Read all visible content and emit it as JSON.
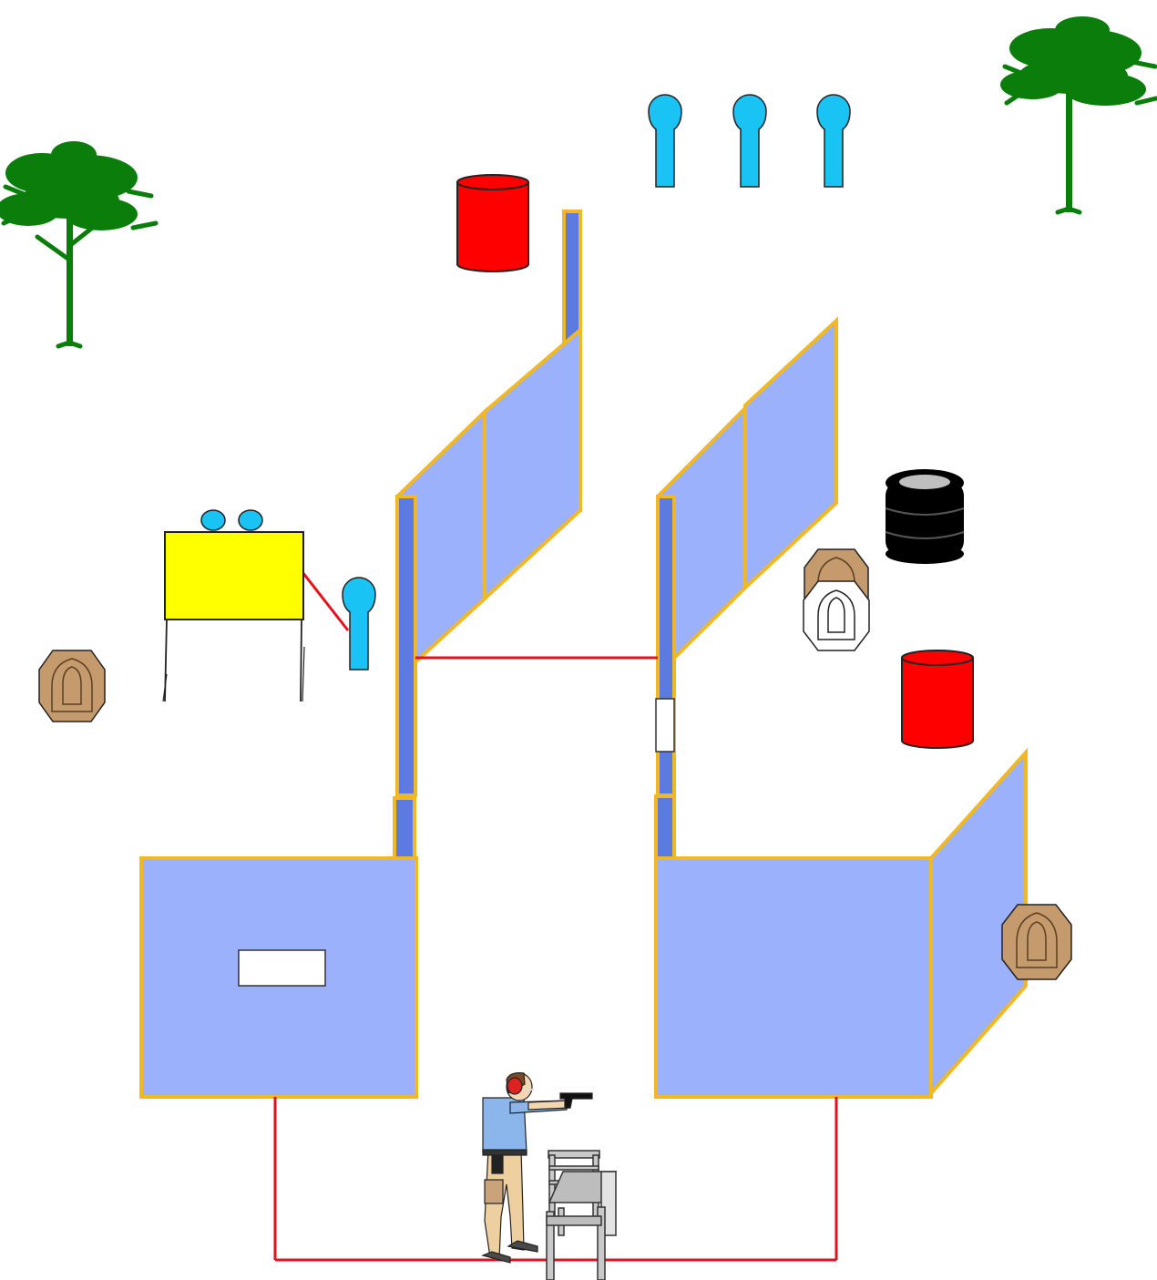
{
  "colors": {
    "background": "#ffffff",
    "wall_fill": "#9bb1fb",
    "wall_edge_fill": "#5c7be0",
    "wall_border": "#f2b822",
    "fault_line": "#e3121b",
    "barrel_red": "#ff0000",
    "barrel_black": "#000000",
    "popper": "#19c3f3",
    "tree": "#0a7d0a",
    "target_tan": "#c59a6c",
    "no_shoot": "#ffffff",
    "table": "#ffff00",
    "port": "#ffffff"
  },
  "scene": {
    "trees": [
      "tree-icon",
      "tree-icon"
    ],
    "poppers": [
      "popper-target-icon",
      "popper-target-icon",
      "popper-target-icon",
      "popper-target-icon"
    ],
    "steel_plates": [
      "plate-target-icon",
      "plate-target-icon"
    ],
    "paper_targets": [
      "ipsc-target-icon",
      "ipsc-target-icon",
      "ipsc-target-icon"
    ],
    "no_shoot_targets": [
      "no-shoot-target-icon"
    ],
    "barrels": [
      "red-barrel-icon",
      "red-barrel-icon",
      "tire-stack-icon"
    ],
    "walls": [
      "wall-panel",
      "wall-panel",
      "wall-panel",
      "wall-panel",
      "wall-panel",
      "wall-panel",
      "wall-panel"
    ],
    "props": [
      "table-icon",
      "chair-icon",
      "shooter-icon"
    ]
  }
}
